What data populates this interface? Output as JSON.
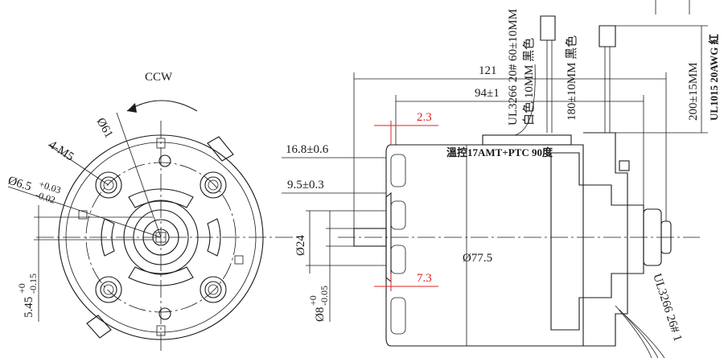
{
  "front_view": {
    "rotation": "CCW",
    "diameter": "Ø61",
    "screws": "4-M5",
    "hole_dia": "Ø6.5",
    "hole_tol_upper": "+0.03",
    "hole_tol_lower": "-0.02",
    "flat_dim": "5.45",
    "flat_tol_upper": "+0",
    "flat_tol_lower": "-0.15"
  },
  "side_view": {
    "overall_length": "121",
    "body_length": "94±1",
    "dim_2_3": "2.3",
    "dim_7_3": "7.3",
    "shaft_ext": "16.8±0.6",
    "boss_len": "9.5±0.3",
    "boss_dia": "Ø24",
    "shaft_dia": "Ø8",
    "shaft_tol_upper": "+0",
    "shaft_tol_lower": "-0.05",
    "body_dia": "Ø77.5",
    "thermo_note": "溫控17AMT+PTC 90度",
    "lead1_text": "UL3266 20# 60±10MM",
    "lead1_text2": "白色 10MM 黑色",
    "lead2_text": "180±10MM 黑色",
    "lead3_dim": "200±15MM",
    "lead3_spec": "UL1015 20AWG 紅",
    "bottom_lead": "UL3266 26# 1"
  }
}
